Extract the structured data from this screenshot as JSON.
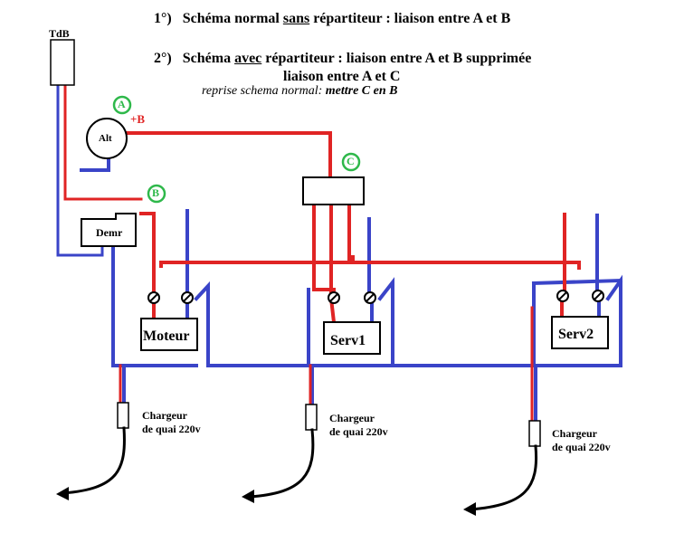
{
  "header": {
    "line1_num": "1°)",
    "line1_a": "Schéma normal ",
    "line1_u": "sans",
    "line1_b": " répartiteur : liaison entre A et B",
    "line2_num": "2°)",
    "line2_a": "Schéma ",
    "line2_u": "avec",
    "line2_b": " répartiteur : liaison entre A et B  supprimée",
    "line3": "liaison entre A et C",
    "line4_a": "reprise schema  normal: ",
    "line4_b": "mettre C en B"
  },
  "labels": {
    "tdb": "TdB",
    "alt": "Alt",
    "plus_b": "+B",
    "a": "A",
    "b": "B",
    "c": "C",
    "demr": "Demr",
    "moteur": "Moteur",
    "serv1": "Serv1",
    "serv2": "Serv2",
    "chargeur": "Chargeur",
    "chargeur2": "de quai 220v"
  },
  "colors": {
    "red": "#e02424",
    "blue": "#3a44c8",
    "green": "#2eb84a"
  }
}
